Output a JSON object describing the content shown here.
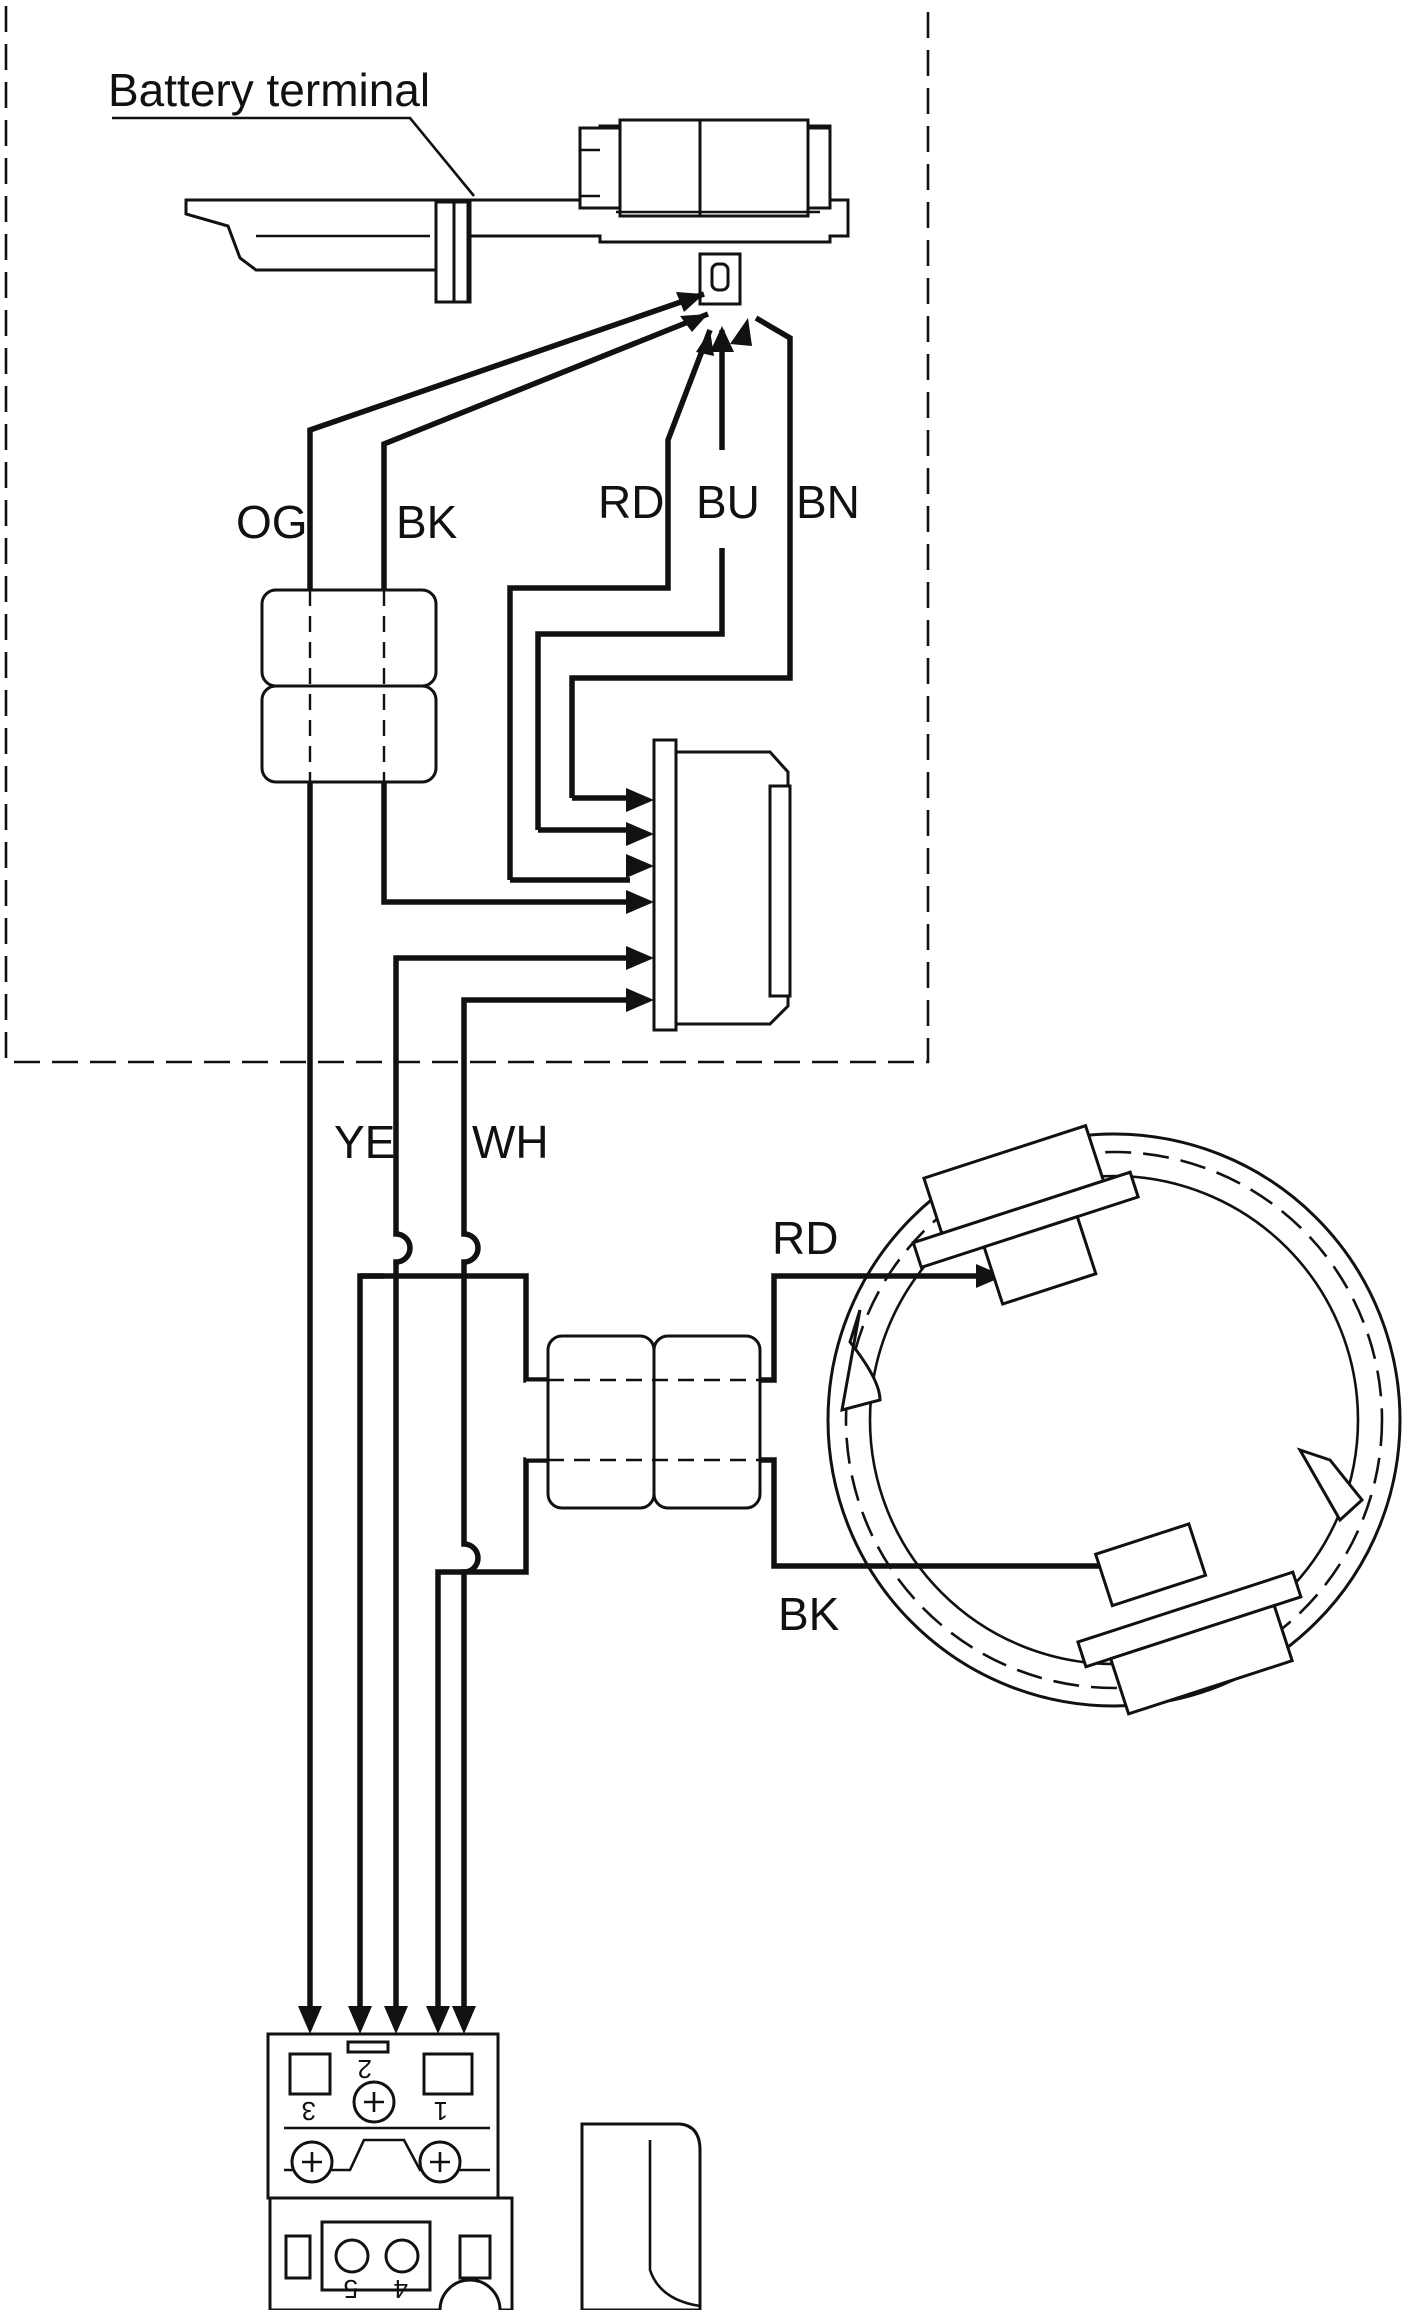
{
  "title_label": "Battery terminal",
  "wire_labels": {
    "og": "OG",
    "bk_top": "BK",
    "rd_top": "RD",
    "bu": "BU",
    "bn": "BN",
    "ye": "YE",
    "wh": "WH",
    "rd_motor": "RD",
    "bk_motor": "BK"
  },
  "switch_terminals": [
    "3",
    "2",
    "1",
    "5",
    "4"
  ],
  "components": [
    "battery-terminal",
    "noise-filter",
    "controller",
    "motor-brush-holder",
    "switch"
  ]
}
